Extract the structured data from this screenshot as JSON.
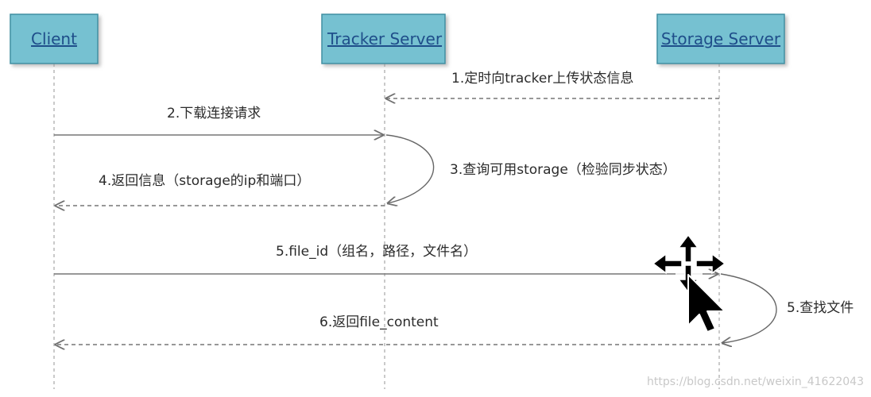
{
  "actors": {
    "client": "Client",
    "tracker": "Tracker Server",
    "storage": "Storage Server"
  },
  "messages": {
    "m1": "1.定时向tracker上传状态信息",
    "m2": "2.下载连接请求",
    "m3": "3.查询可用storage（检验同步状态）",
    "m4": "4.返回信息（storage的ip和端口）",
    "m5": "5.file_id（组名，路径，文件名）",
    "m5b": "5.查找文件",
    "m6": "6.返回file_content"
  },
  "watermark": "https://blog.csdn.net/weixin_41622043",
  "colors": {
    "actor_fill": "#76c1d1",
    "actor_border": "#3f8fa2",
    "actor_text": "#1f4e8a",
    "lifeline": "#b8b8b8",
    "arrow": "#777777"
  },
  "icons": {
    "move_cursor": "move-cursor-icon",
    "pointer": "arrow-pointer-icon"
  }
}
